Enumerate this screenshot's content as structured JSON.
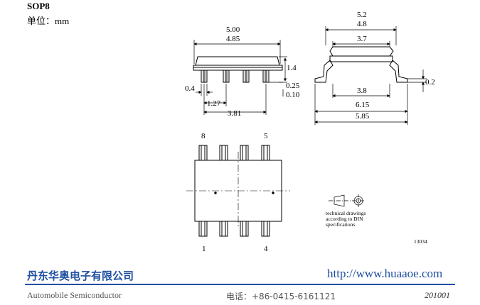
{
  "header": {
    "package": "SOP8",
    "unit": "单位：mm"
  },
  "dimensions": {
    "body_length_max": "5.00",
    "body_length_min": "4.85",
    "height": "1.4",
    "lead_thickness_max": "0.25",
    "lead_thickness_min": "0.10",
    "lead_width": "0.4",
    "pitch": "1.27",
    "pin_span": "3.81",
    "total_width_max": "5.2",
    "total_width_min": "4.8",
    "body_width_top": "3.7",
    "body_width_bottom": "3.8",
    "lead_standoff": "0.2",
    "lead_tip_max": "6.15",
    "lead_tip_min": "5.85"
  },
  "pins": {
    "pin8": "8",
    "pin5": "5",
    "pin1": "1",
    "pin4": "4"
  },
  "note": {
    "line1": "technical drawings",
    "line2": "according to DIN",
    "line3": "specifications"
  },
  "drawing_number": "13034",
  "footer": {
    "company": "丹东华奥电子有限公司",
    "website": "http://www.huaaoe.com",
    "product_line": "Automobile Semiconductor",
    "phone": "电话：+86-0415-6161121",
    "code": "201001"
  },
  "colors": {
    "brand_blue": "#1f4fa0"
  }
}
